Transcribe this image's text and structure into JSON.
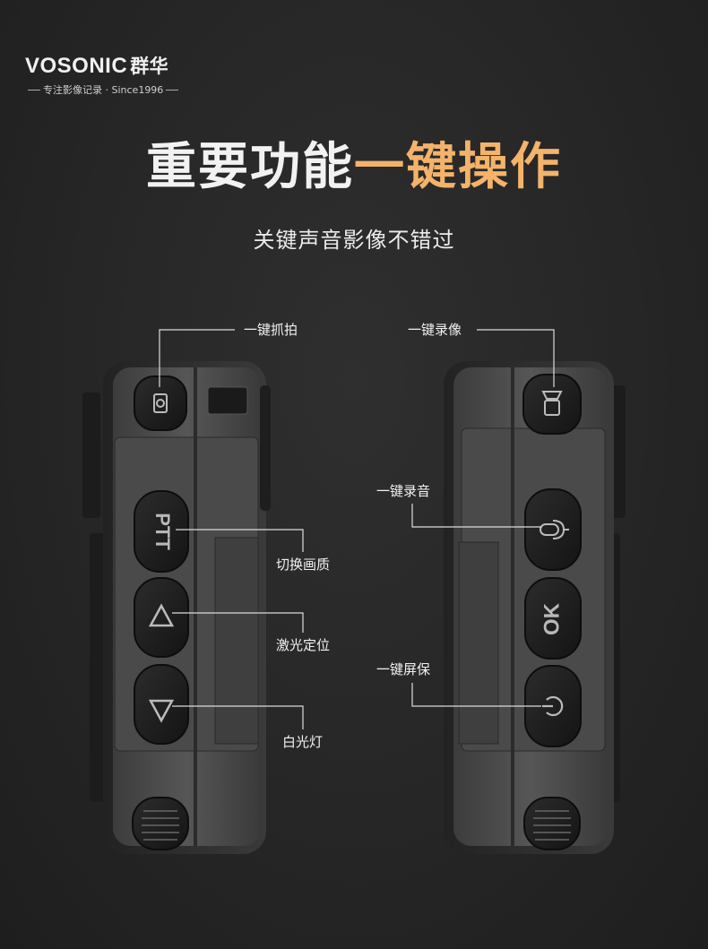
{
  "brand": {
    "name": "VOSONIC",
    "name_cn": "群华",
    "slogan": "专注影像记录 · Since1996"
  },
  "headline": {
    "part1": "重要功能",
    "part2": "一键操作",
    "accent_color": "#f3b36a"
  },
  "subheadline": "关键声音影像不错过",
  "left_device": {
    "buttons": [
      {
        "name": "camera-snapshot-button",
        "icon": "camera-icon"
      },
      {
        "name": "ptt-button",
        "icon": "ptt-text",
        "text": "PTT"
      },
      {
        "name": "laser-button",
        "icon": "triangle-up-icon"
      },
      {
        "name": "white-light-button",
        "icon": "triangle-down-icon"
      }
    ],
    "labels": {
      "snapshot": "一键抓拍",
      "quality": "切换画质",
      "laser": "激光定位",
      "light": "白光灯"
    }
  },
  "right_device": {
    "buttons": [
      {
        "name": "video-record-button",
        "icon": "video-record-icon"
      },
      {
        "name": "audio-record-button",
        "icon": "microphone-icon"
      },
      {
        "name": "ok-button",
        "icon": "ok-text",
        "text": "OK"
      },
      {
        "name": "power-button",
        "icon": "power-icon"
      }
    ],
    "labels": {
      "video": "一键录像",
      "audio": "一键录音",
      "screensaver": "一键屏保"
    }
  }
}
